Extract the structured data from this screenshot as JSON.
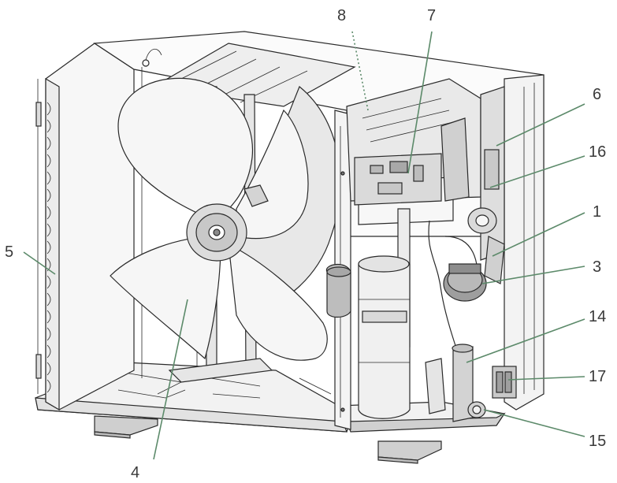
{
  "callouts": [
    {
      "id": "c8",
      "label": "8"
    },
    {
      "id": "c7",
      "label": "7"
    },
    {
      "id": "c6",
      "label": "6"
    },
    {
      "id": "c16",
      "label": "16"
    },
    {
      "id": "c1",
      "label": "1"
    },
    {
      "id": "c3",
      "label": "3"
    },
    {
      "id": "c14",
      "label": "14"
    },
    {
      "id": "c17",
      "label": "17"
    },
    {
      "id": "c15",
      "label": "15"
    },
    {
      "id": "c5",
      "label": "5"
    },
    {
      "id": "c4",
      "label": "4"
    }
  ],
  "colors": {
    "outline": "#2a2a2a",
    "panel": "#ffffff",
    "shade_light": "#efefef",
    "shade_mid": "#d6d6d6",
    "shade_dark": "#a9a9a9",
    "leader": "#5c8a6a",
    "text": "#3a3a3a"
  }
}
